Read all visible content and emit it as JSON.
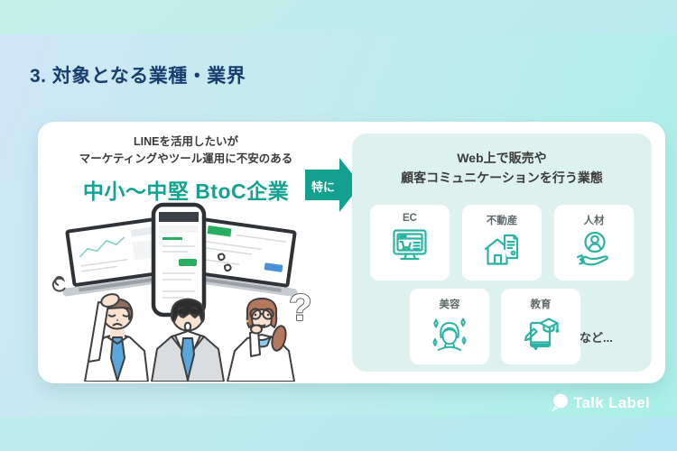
{
  "slide": {
    "title": "3. 対象となる業種・業界",
    "problem_card": {
      "line1": "LINEを活用したいが",
      "line2": "マーケティングやツール運用に不安のある",
      "headline": "中小〜中堅 BtoC企業"
    },
    "arrow": {
      "label": "特に"
    },
    "target_panel": {
      "heading_line1": "Web上で販売や",
      "heading_line2": "顧客コミュニケーションを行う業態",
      "tiles": [
        {
          "label": "EC",
          "icon": "ec-monitor-cart-icon"
        },
        {
          "label": "不動産",
          "icon": "house-document-icon"
        },
        {
          "label": "人材",
          "icon": "person-in-hand-icon"
        },
        {
          "label": "美容",
          "icon": "beauty-face-sparkles-icon"
        },
        {
          "label": "教育",
          "icon": "book-graduation-cap-icon"
        }
      ],
      "etc": "など..."
    },
    "illustration": {
      "question_mark": "?"
    },
    "logo": {
      "text": "Talk Label"
    },
    "colors": {
      "accent_teal": "#12a392",
      "arrow_teal": "#14a08f",
      "icon_teal": "#2cb3a3",
      "title_navy": "#173e6d",
      "panel_mint": "#ddf2ee",
      "text_dark": "#3a3a3a"
    }
  }
}
